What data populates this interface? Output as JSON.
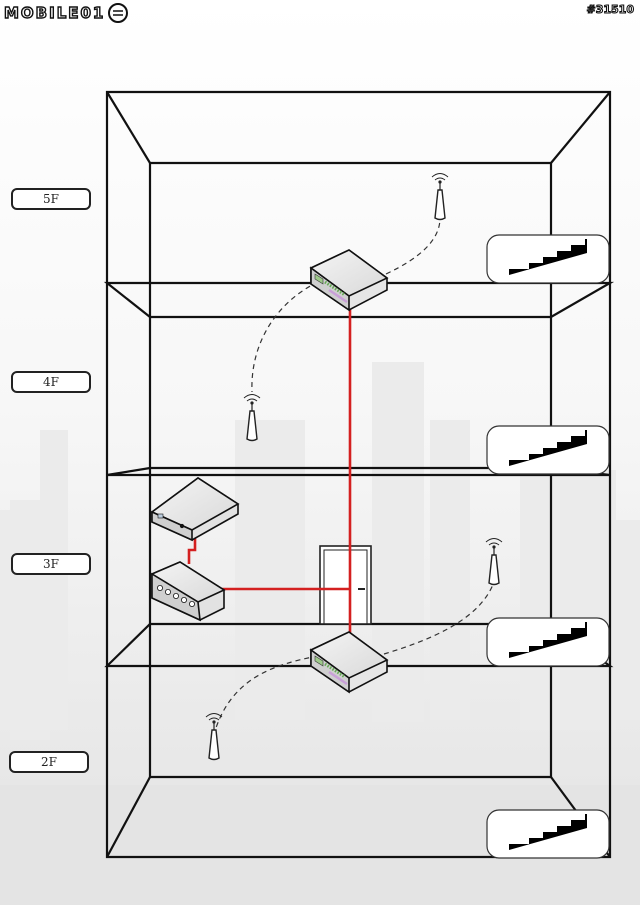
{
  "brand": {
    "name": "MOBILE01"
  },
  "post_id": "#31510",
  "floors": [
    {
      "label": "5F"
    },
    {
      "label": "4F"
    },
    {
      "label": "3F"
    },
    {
      "label": "2F"
    }
  ],
  "colors": {
    "cable": "#d42020",
    "outline": "#111111",
    "wireless_link": "#333333"
  },
  "icons": [
    "stairs-icon",
    "wifi-router-icon",
    "wireless-access-point-icon",
    "modem-icon",
    "network-switch-icon",
    "door-icon"
  ]
}
